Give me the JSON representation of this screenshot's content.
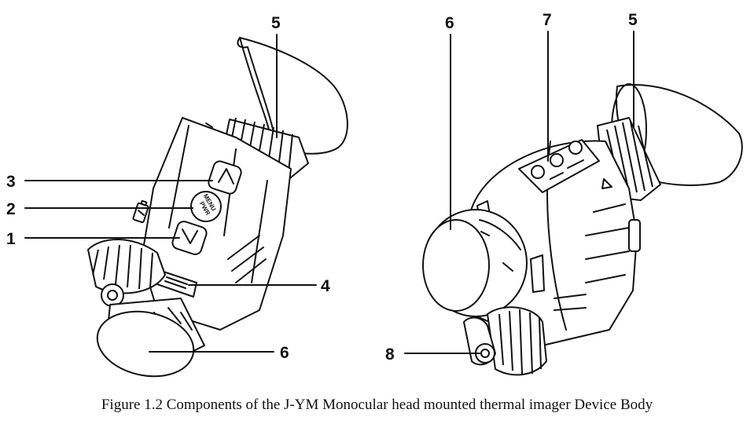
{
  "figure": {
    "caption": "Figure 1.2 Components of the J-YM Monocular head mounted thermal imager Device Body"
  },
  "left_view": {
    "callouts": {
      "c5": "5",
      "c3": "3",
      "c2": "2",
      "c1": "1",
      "c4": "4",
      "c6": "6"
    },
    "button_text": {
      "menu": "MENU",
      "pwr": "PWR"
    }
  },
  "right_view": {
    "callouts": {
      "c6": "6",
      "c7": "7",
      "c5": "5",
      "c8": "8"
    }
  },
  "icons": {
    "battery": "battery-icon",
    "up_arrow": "chevron-up-icon",
    "down_arrow": "chevron-down-icon"
  }
}
